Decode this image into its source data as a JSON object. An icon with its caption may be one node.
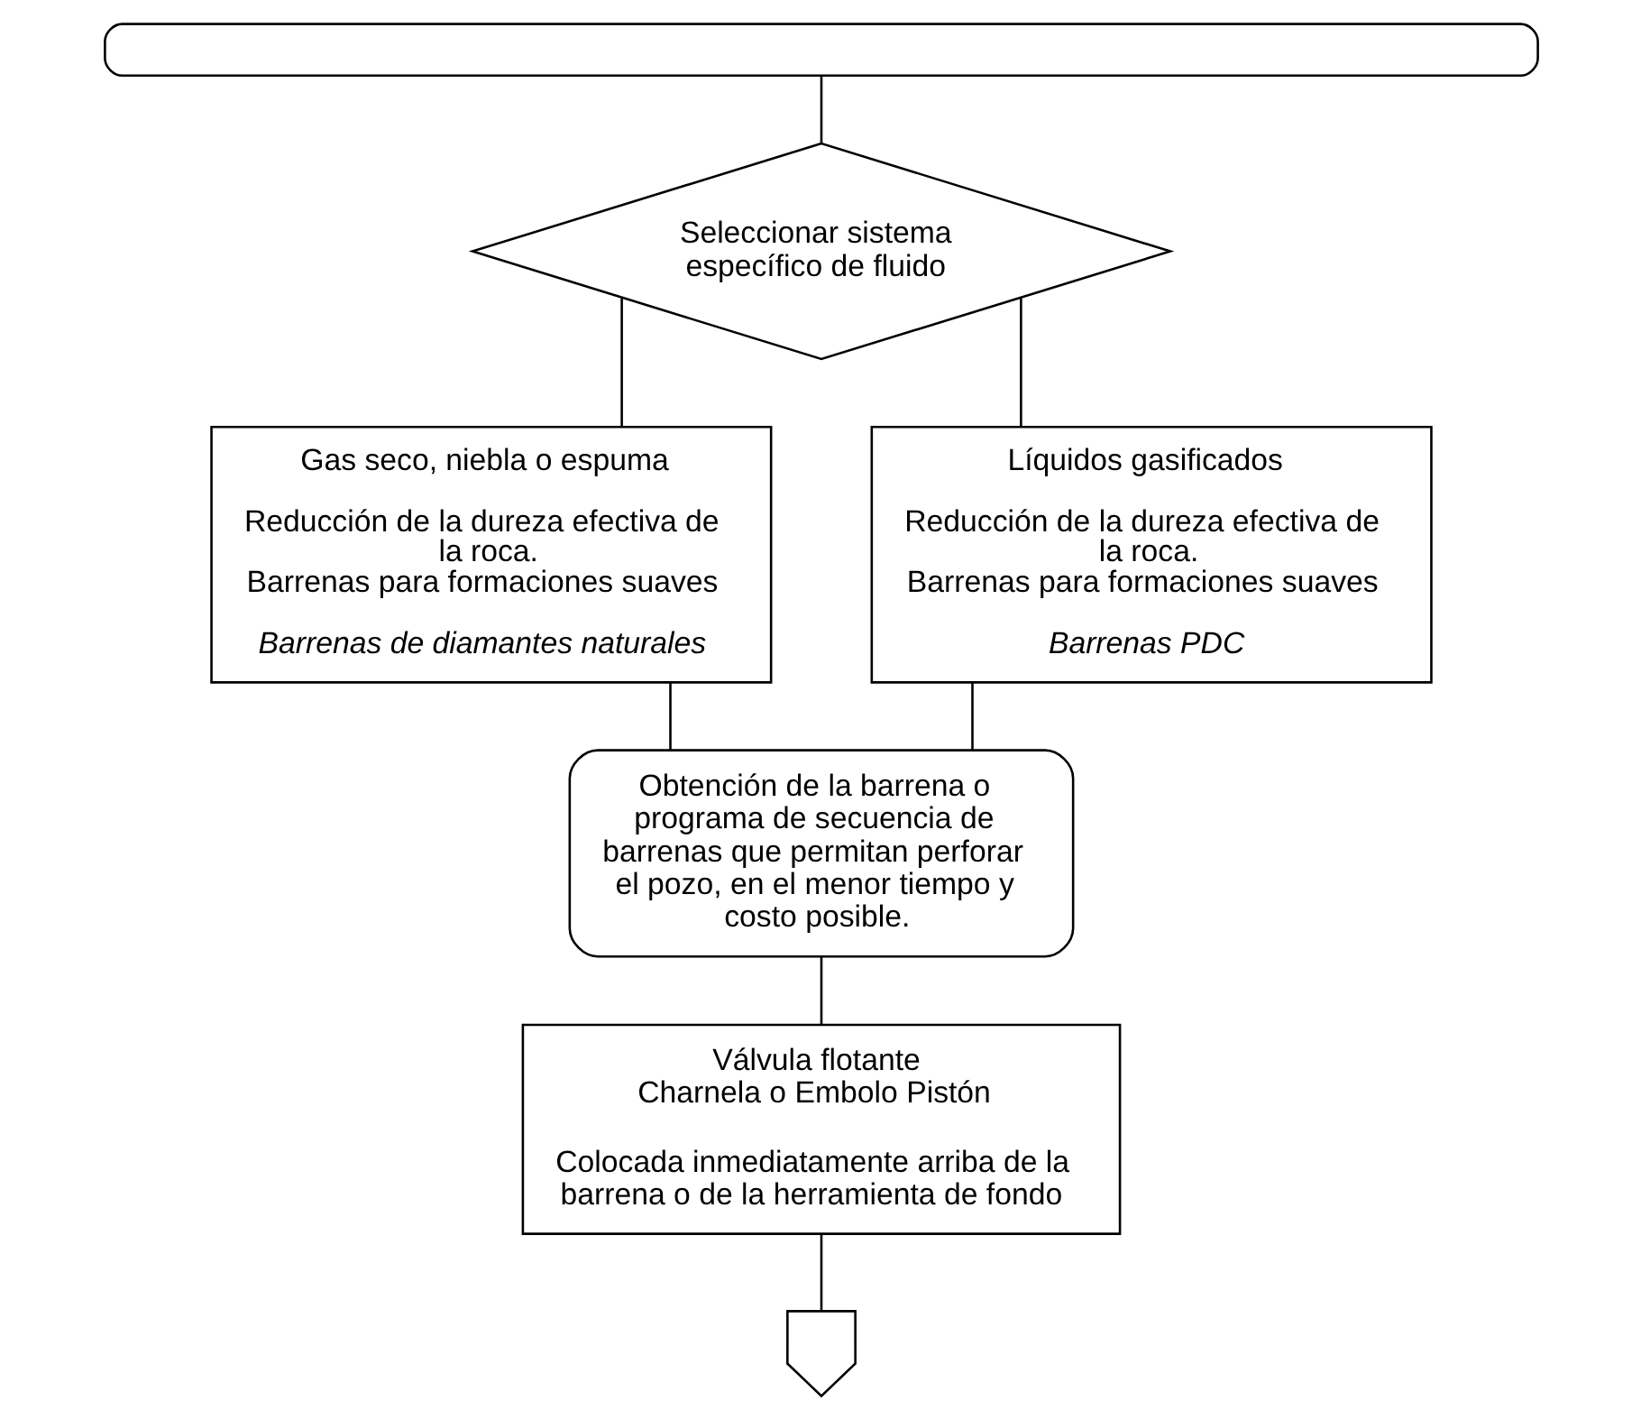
{
  "diagram": {
    "nodes": [
      {
        "text": [],
        "shape": "box"
      },
      {
        "text": [
          "Seleccionar sistema específico de fluido"
        ]
      },
      {
        "text": [
          "Gas seco, niebla o espuma",
          "Reducción de la dureza efectiva de la roca.",
          "Barrenas para formaciones suaves",
          "Barrenas de diamantes naturales"
        ]
      },
      {
        "text": [
          "Líquidos gasificados",
          "Reducción de la dureza efectiva de la roca.",
          "Barrenas para formaciones suaves",
          "Barrenas PDC"
        ]
      },
      {
        "text": [
          "Obtención de la barrena o programa de secuencia de barrenas que permitan perforar el pozo, en el menor tiempo y costo posible."
        ]
      },
      {
        "text": [
          "Válvula flotante",
          "Charnela o Embolo Pistón",
          "Colocada inmediatamente arriba de la barrena o de la herramienta de fondo"
        ]
      },
      {
        "text": [],
        "shape": "pentagon"
      }
    ],
    "edges": [
      {
        "from": 0,
        "to": 1,
        "arrow": "none"
      },
      {
        "from": 1,
        "to": 2,
        "arrow": "none"
      },
      {
        "from": 1,
        "to": 3,
        "arrow": "none"
      },
      {
        "from": 2,
        "to": 4,
        "arrow": "none"
      },
      {
        "from": 3,
        "to": 4,
        "arrow": "none"
      },
      {
        "from": 4,
        "to": 5,
        "arrow": "none"
      },
      {
        "from": 5,
        "to": 6,
        "arrow": "none"
      }
    ]
  }
}
